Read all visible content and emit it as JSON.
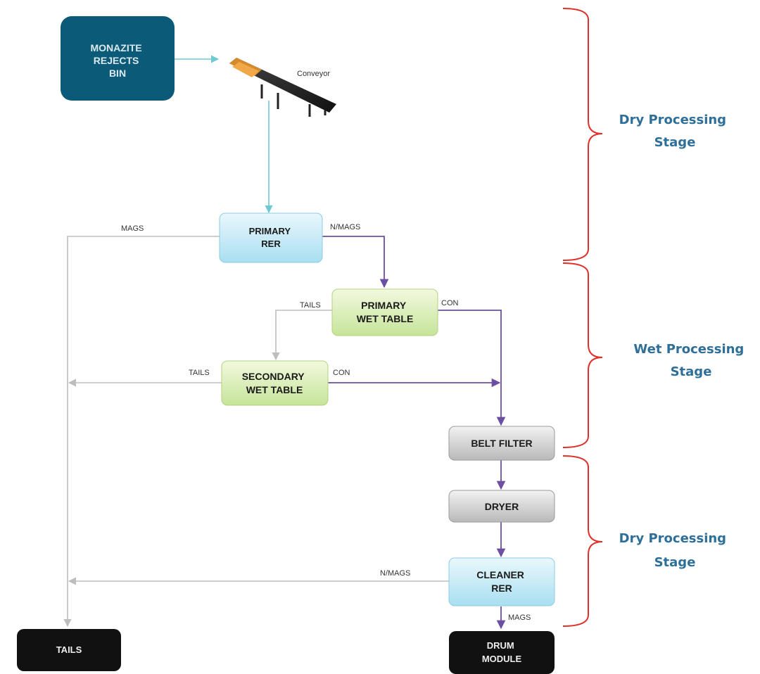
{
  "colors": {
    "teal_box": "#0b5b78",
    "blue_box_top": "#e9f7fc",
    "blue_box_bottom": "#a9dff1",
    "green_box_top": "#f2f9de",
    "green_box_bottom": "#c6e49a",
    "gray_box_top": "#f2f2f2",
    "gray_box_bottom": "#b9b9b9",
    "black_box": "#111111",
    "arrow_cyan": "#6ec9d3",
    "arrow_purple": "#6b4fa3",
    "arrow_gray": "#bdbdbd",
    "brace_red": "#e0302a",
    "stage_text": "#2e6f99"
  },
  "boxes": {
    "monazite_bin": [
      "MONAZITE",
      "REJECTS",
      "BIN"
    ],
    "primary_rer": [
      "PRIMARY",
      "RER"
    ],
    "primary_wet_table": [
      "PRIMARY",
      "WET TABLE"
    ],
    "secondary_wet_table": [
      "SECONDARY",
      "WET TABLE"
    ],
    "belt_filter": [
      "BELT FILTER"
    ],
    "dryer": [
      "DRYER"
    ],
    "cleaner_rer": [
      "CLEANER",
      "RER"
    ],
    "tails": [
      "TAILS"
    ],
    "drum_module": [
      "DRUM",
      "MODULE"
    ]
  },
  "conveyor_label": "Conveyor",
  "edge_labels": {
    "mags_primary": "MAGS",
    "nmags_primary": "N/MAGS",
    "tails_primary_wet": "TAILS",
    "con_primary_wet": "CON",
    "tails_secondary_wet": "TAILS",
    "con_secondary_wet": "CON",
    "nmags_cleaner": "N/MAGS",
    "mags_cleaner": "MAGS"
  },
  "stages": [
    [
      "Dry Processing",
      "Stage"
    ],
    [
      "Wet Processing",
      "Stage"
    ],
    [
      "Dry Processing",
      "Stage"
    ]
  ]
}
